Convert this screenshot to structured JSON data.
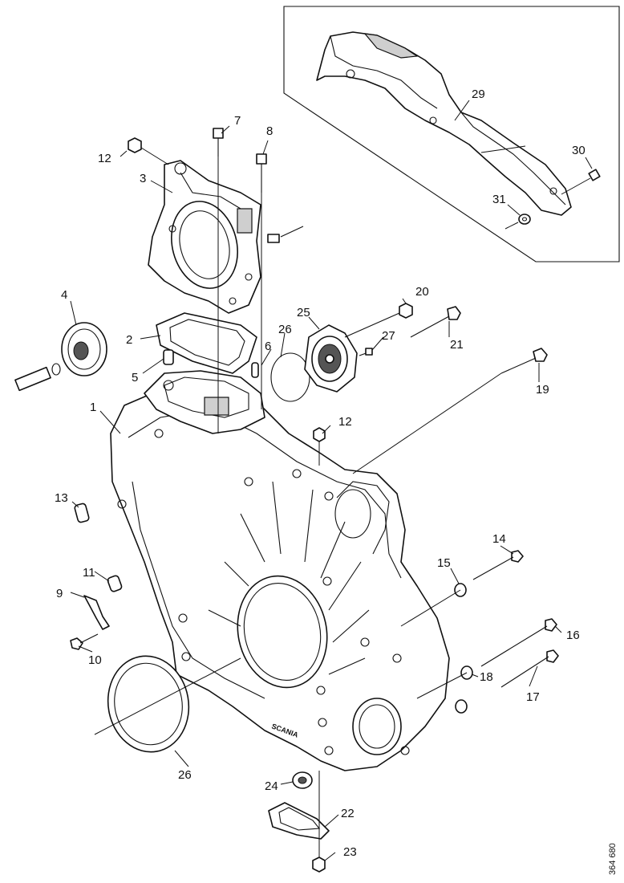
{
  "diagram": {
    "reference_number": "364 680",
    "callouts": {
      "n1": "1",
      "n2": "2",
      "n3": "3",
      "n4": "4",
      "n5": "5",
      "n6": "6",
      "n7": "7",
      "n8": "8",
      "n9": "9",
      "n10": "10",
      "n11": "11",
      "n12a": "12",
      "n12b": "12",
      "n13": "13",
      "n14": "14",
      "n15": "15",
      "n16": "16",
      "n17": "17",
      "n18": "18",
      "n19": "19",
      "n20": "20",
      "n21": "21",
      "n22": "22",
      "n23": "23",
      "n24": "24",
      "n25": "25",
      "n26a": "26",
      "n26b": "26",
      "n27": "27",
      "n29": "29",
      "n30": "30",
      "n31": "31"
    },
    "housing_logo": "SCANIA"
  }
}
